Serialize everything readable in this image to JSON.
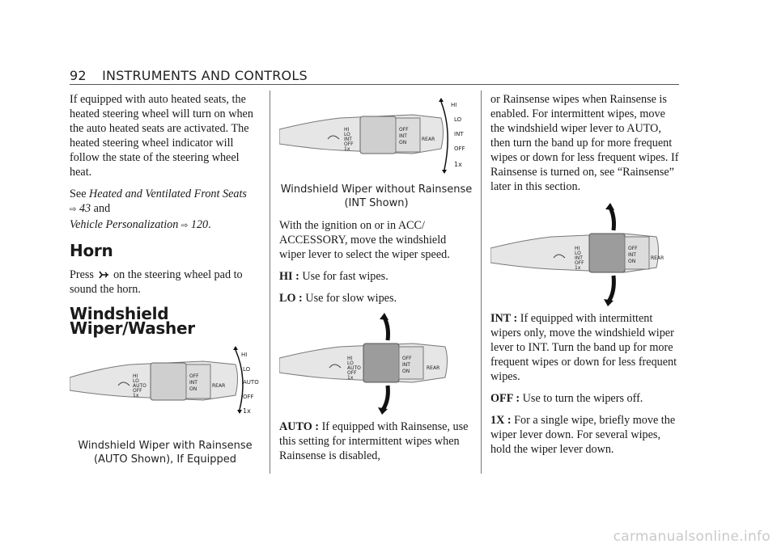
{
  "header": {
    "page_number": "92",
    "section": "INSTRUMENTS AND CONTROLS"
  },
  "col1": {
    "heated_para": "If equipped with auto heated seats, the heated steering wheel will turn on when the auto heated seats are activated. The heated steering wheel indicator will follow the state of the steering wheel heat.",
    "see_prefix": "See ",
    "see_link1": "Heated and Ventilated Front Seats",
    "see_ref1": "43",
    "see_and": " and",
    "see_link2": "Vehicle Personalization",
    "see_ref2": "120",
    "see_end": ".",
    "horn_heading": "Horn",
    "horn_press": "Press",
    "horn_rest": "on the steering wheel pad to sound the horn.",
    "wiper_heading": "Windshield Wiper/Washer",
    "fig1_caption_l1": "Windshield Wiper with Rainsense",
    "fig1_caption_l2": "(AUTO Shown), If Equipped"
  },
  "col2": {
    "fig2_caption_l1": "Windshield Wiper without Rainsense",
    "fig2_caption_l2": "(INT Shown)",
    "ignition_para": "With the ignition on or in ACC/ ACCESSORY, move the windshield wiper lever to select the wiper speed.",
    "hi_term": "HI :",
    "hi_desc": "Use for fast wipes.",
    "lo_term": "LO :",
    "lo_desc": "Use for slow wipes.",
    "auto_term": "AUTO :",
    "auto_desc": "If equipped with Rainsense, use this setting for intermittent wipes when Rainsense is disabled,"
  },
  "col3": {
    "cont_para": "or Rainsense wipes when Rainsense is enabled. For intermittent wipes, move the windshield wiper lever to AUTO, then turn the band up for more frequent wipes or down for less frequent wipes. If Rainsense is turned on, see “Rainsense” later in this section.",
    "int_term": "INT :",
    "int_desc": "If equipped with intermittent wipers only, move the windshield wiper lever to INT. Turn the band up for more frequent wipes or down for less frequent wipes.",
    "off_term": "OFF :",
    "off_desc": "Use to turn the wipers off.",
    "onex_term": "1X :",
    "onex_desc": "For a single wipe, briefly move the wiper lever down. For several wipes, hold the wiper lever down."
  },
  "diagram": {
    "band_labels": [
      "HI",
      "LO",
      "INT",
      "OFF",
      "1x"
    ],
    "auto_labels": [
      "HI",
      "LO",
      "AUTO",
      "OFF",
      "1x"
    ],
    "ring_labels": [
      "OFF",
      "INT",
      "ON"
    ],
    "rear_label": "REAR",
    "scale_auto": [
      "HI",
      "LO",
      "AUTO",
      "OFF",
      "1x"
    ],
    "scale_int": [
      "HI",
      "LO",
      "INT",
      "OFF",
      "1x"
    ]
  },
  "watermark": "carmanualsonline.info"
}
